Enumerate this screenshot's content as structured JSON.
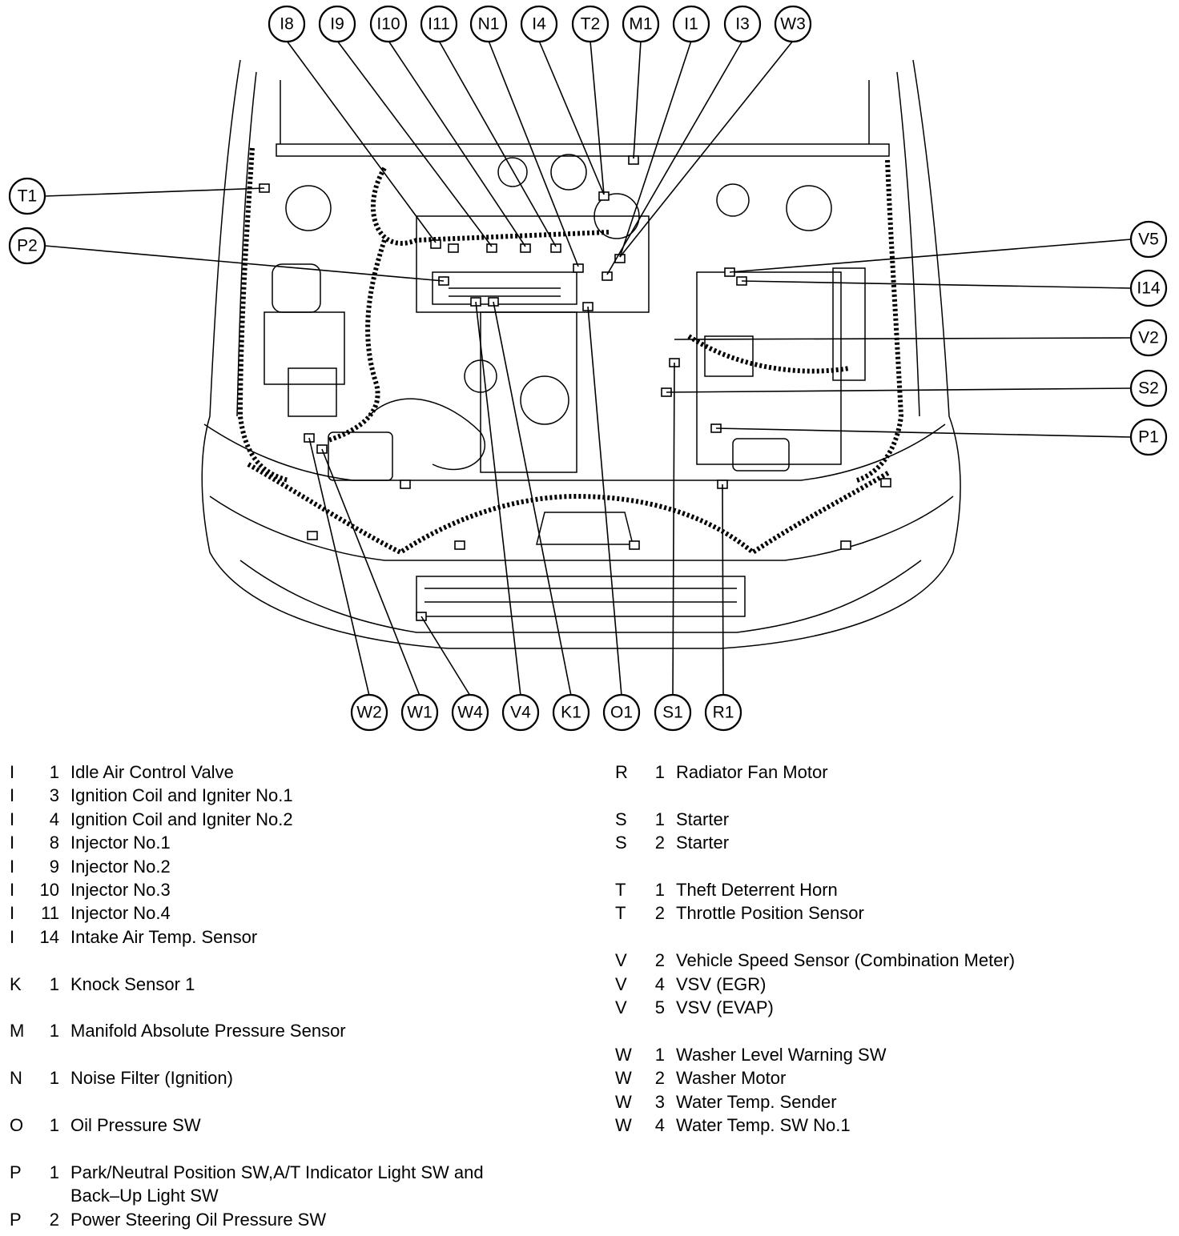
{
  "callouts_top": [
    "I8",
    "I9",
    "I10",
    "I11",
    "N1",
    "I4",
    "T2",
    "M1",
    "I1",
    "I3",
    "W3"
  ],
  "callouts_bottom": [
    "W2",
    "W1",
    "W4",
    "V4",
    "K1",
    "O1",
    "S1",
    "R1"
  ],
  "callouts_left": [
    "T1",
    "P2"
  ],
  "callouts_right": [
    "V5",
    "I14",
    "V2",
    "S2",
    "P1"
  ],
  "legend_left": [
    {
      "letter": "I",
      "num": "1",
      "desc": "Idle Air Control Valve"
    },
    {
      "letter": "I",
      "num": "3",
      "desc": "Ignition Coil and Igniter No.1"
    },
    {
      "letter": "I",
      "num": "4",
      "desc": "Ignition Coil and Igniter No.2"
    },
    {
      "letter": "I",
      "num": "8",
      "desc": "Injector No.1"
    },
    {
      "letter": "I",
      "num": "9",
      "desc": "Injector No.2"
    },
    {
      "letter": "I",
      "num": "10",
      "desc": "Injector No.3"
    },
    {
      "letter": "I",
      "num": "11",
      "desc": "Injector No.4"
    },
    {
      "letter": "I",
      "num": "14",
      "desc": "Intake Air Temp. Sensor"
    },
    {
      "gap": true
    },
    {
      "letter": "K",
      "num": "1",
      "desc": "Knock Sensor 1"
    },
    {
      "gap": true
    },
    {
      "letter": "M",
      "num": "1",
      "desc": "Manifold Absolute Pressure Sensor"
    },
    {
      "gap": true
    },
    {
      "letter": "N",
      "num": "1",
      "desc": "Noise Filter (Ignition)"
    },
    {
      "gap": true
    },
    {
      "letter": "O",
      "num": "1",
      "desc": "Oil Pressure SW"
    },
    {
      "gap": true
    },
    {
      "letter": "P",
      "num": "1",
      "desc": "Park/Neutral Position SW,A/T Indicator Light SW and"
    },
    {
      "letter": "",
      "num": "",
      "desc": "Back–Up Light SW"
    },
    {
      "letter": "P",
      "num": "2",
      "desc": "Power Steering Oil Pressure SW"
    }
  ],
  "legend_right": [
    {
      "letter": "R",
      "num": "1",
      "desc": "Radiator Fan Motor"
    },
    {
      "gap": true
    },
    {
      "letter": "S",
      "num": "1",
      "desc": "Starter"
    },
    {
      "letter": "S",
      "num": "2",
      "desc": "Starter"
    },
    {
      "gap": true
    },
    {
      "letter": "T",
      "num": "1",
      "desc": "Theft Deterrent Horn"
    },
    {
      "letter": "T",
      "num": "2",
      "desc": "Throttle Position Sensor"
    },
    {
      "gap": true
    },
    {
      "letter": "V",
      "num": "2",
      "desc": "Vehicle Speed Sensor (Combination Meter)"
    },
    {
      "letter": "V",
      "num": "4",
      "desc": "VSV (EGR)"
    },
    {
      "letter": "V",
      "num": "5",
      "desc": "VSV (EVAP)"
    },
    {
      "gap": true
    },
    {
      "letter": "W",
      "num": "1",
      "desc": "Washer Level Warning SW"
    },
    {
      "letter": "W",
      "num": "2",
      "desc": "Washer Motor"
    },
    {
      "letter": "W",
      "num": "3",
      "desc": "Water Temp. Sender"
    },
    {
      "letter": "W",
      "num": "4",
      "desc": "Water Temp. SW No.1"
    }
  ]
}
